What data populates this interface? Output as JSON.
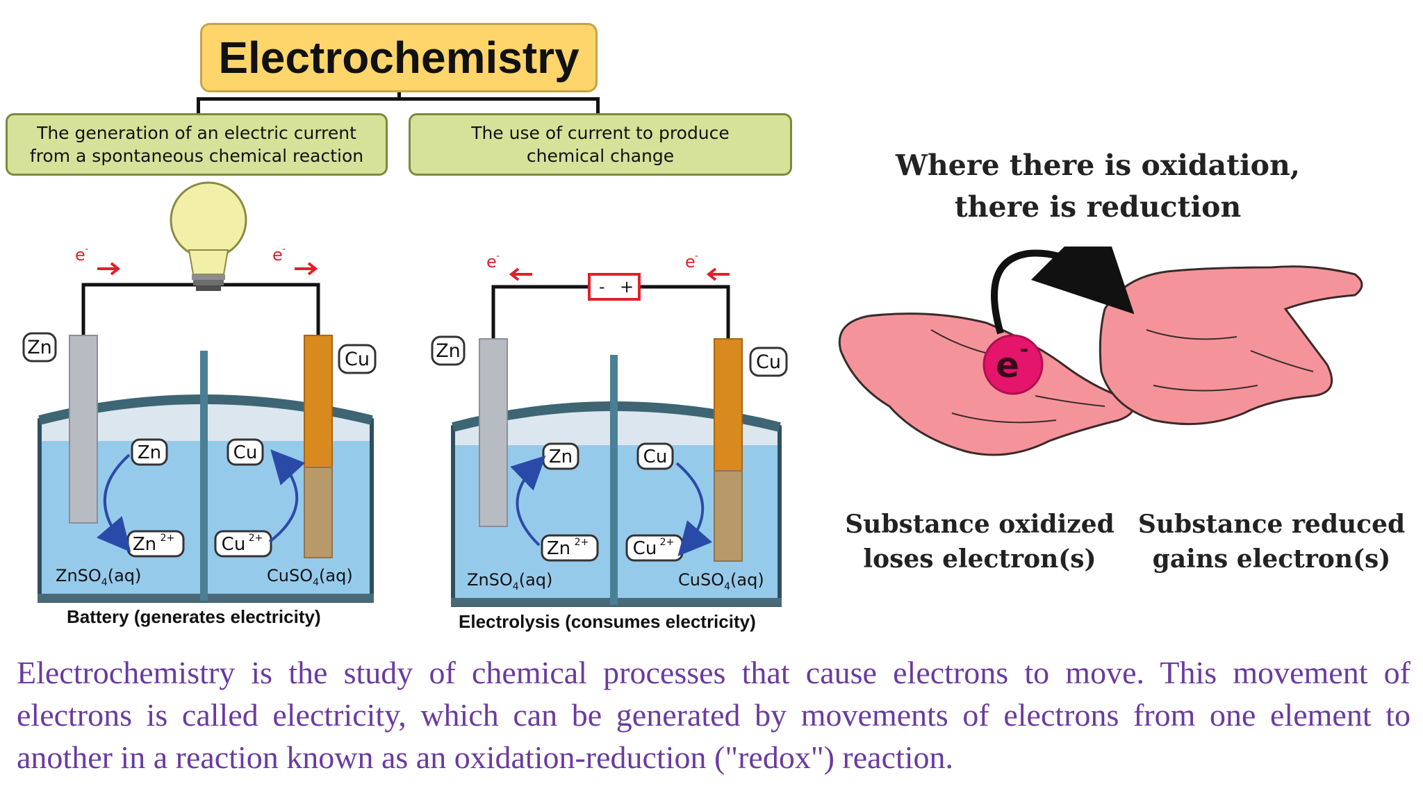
{
  "title": "Electrochemistry",
  "branches": {
    "left_line1": "The generation of an electric current",
    "left_line2": "from a spontaneous chemical reaction",
    "right_line1": "The use of current to produce",
    "right_line2": "chemical change"
  },
  "battery": {
    "anode_label": "Zn",
    "cathode_label": "Cu",
    "electron_left": "e",
    "electron_right": "e",
    "ion_zn": "Zn",
    "ion_cu": "Cu",
    "ion_zn2": "Zn",
    "ion_zn2_charge": "2+",
    "ion_cu2": "Cu",
    "ion_cu2_charge": "2+",
    "solution_left": "ZnSO",
    "solution_left_sub": "4",
    "solution_left_state": "(aq)",
    "solution_right": "CuSO",
    "solution_right_sub": "4",
    "solution_right_state": "(aq)",
    "caption": "Battery (generates electricity)"
  },
  "electrolysis": {
    "anode_label": "Zn",
    "cathode_label": "Cu",
    "electron_left": "e",
    "electron_right": "e",
    "source_minus": "-",
    "source_plus": "+",
    "ion_zn": "Zn",
    "ion_cu": "Cu",
    "ion_zn2": "Zn",
    "ion_zn2_charge": "2+",
    "ion_cu2": "Cu",
    "ion_cu2_charge": "2+",
    "solution_left": "ZnSO",
    "solution_left_sub": "4",
    "solution_left_state": "(aq)",
    "solution_right": "CuSO",
    "solution_right_sub": "4",
    "solution_right_state": "(aq)",
    "caption": "Electrolysis (consumes electricity)"
  },
  "redox": {
    "heading_line1": "Where there is oxidation,",
    "heading_line2": "there is reduction",
    "electron_symbol": "e",
    "electron_charge": "-",
    "oxidized_line1": "Substance oxidized",
    "oxidized_line2": "loses electron(s)",
    "reduced_line1": "Substance reduced",
    "reduced_line2": "gains electron(s)"
  },
  "description": "Electrochemistry is the study of chemical processes that cause electrons to move. This movement of electrons is called electricity, which can be generated by movements of electrons from one element to another in a reaction known as an oxidation-reduction (\"redox\") reaction.",
  "colors": {
    "title_fill": "#fdd56a",
    "branch_fill": "#d6e29a",
    "electrolyte": "#8ec6ea",
    "zinc": "#b8bcc2",
    "copper": "#d98a1e",
    "arrow": "#e0202a",
    "ion_arrow": "#2a4aa8",
    "hand": "#f4949a",
    "electron": "#e4156a",
    "description_text": "#6a3aa0"
  }
}
